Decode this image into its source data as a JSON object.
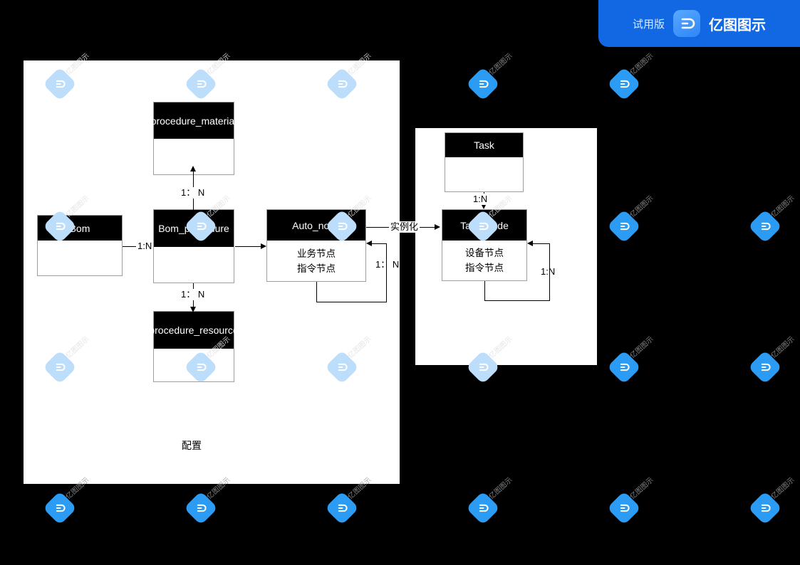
{
  "brand": {
    "trial_label": "试用版",
    "product_name": "亿图图示",
    "logo_icon": "edraw-logo-icon",
    "ribbon_color": "#1268e3"
  },
  "watermark": {
    "text": "亿图图示",
    "badge_icon": "edraw-watermark-icon",
    "badge_color": "#2b9bf4"
  },
  "canvas": {
    "background_color": "#000000",
    "panel_color": "#ffffff",
    "panels": [
      {
        "name": "configuration-panel",
        "label": "配置"
      },
      {
        "name": "instance-panel"
      }
    ]
  },
  "diagram": {
    "type": "entity-relationship",
    "entities": [
      {
        "id": "bom",
        "title": "Bom",
        "rows": []
      },
      {
        "id": "bom_procedure",
        "title": "Bom_procedure",
        "rows": []
      },
      {
        "id": "procedure_material",
        "title": "procedure_material",
        "rows": []
      },
      {
        "id": "procedure_resource",
        "title": "procedure_resource",
        "rows": []
      },
      {
        "id": "auto_node",
        "title": "Auto_node",
        "rows": [
          "业务节点",
          "指令节点"
        ]
      },
      {
        "id": "task",
        "title": "Task",
        "rows": []
      },
      {
        "id": "task_node",
        "title": "Task_node",
        "rows": [
          "设备节点",
          "指令节点"
        ]
      }
    ],
    "edges": [
      {
        "from": "bom",
        "to": "bom_procedure",
        "label": "1:N"
      },
      {
        "from": "bom_procedure",
        "to": "procedure_material",
        "label": "1： N"
      },
      {
        "from": "bom_procedure",
        "to": "procedure_resource",
        "label": "1： N"
      },
      {
        "from": "bom_procedure",
        "to": "auto_node",
        "label": ""
      },
      {
        "from": "auto_node",
        "to": "auto_node",
        "label": "1： N"
      },
      {
        "from": "auto_node",
        "to": "task_node",
        "label": "实例化"
      },
      {
        "from": "task",
        "to": "task_node",
        "label": "1:N"
      },
      {
        "from": "task_node",
        "to": "task_node",
        "label": "1:N"
      }
    ],
    "annotations": [
      {
        "name": "configuration-note",
        "text": "配置"
      }
    ]
  }
}
